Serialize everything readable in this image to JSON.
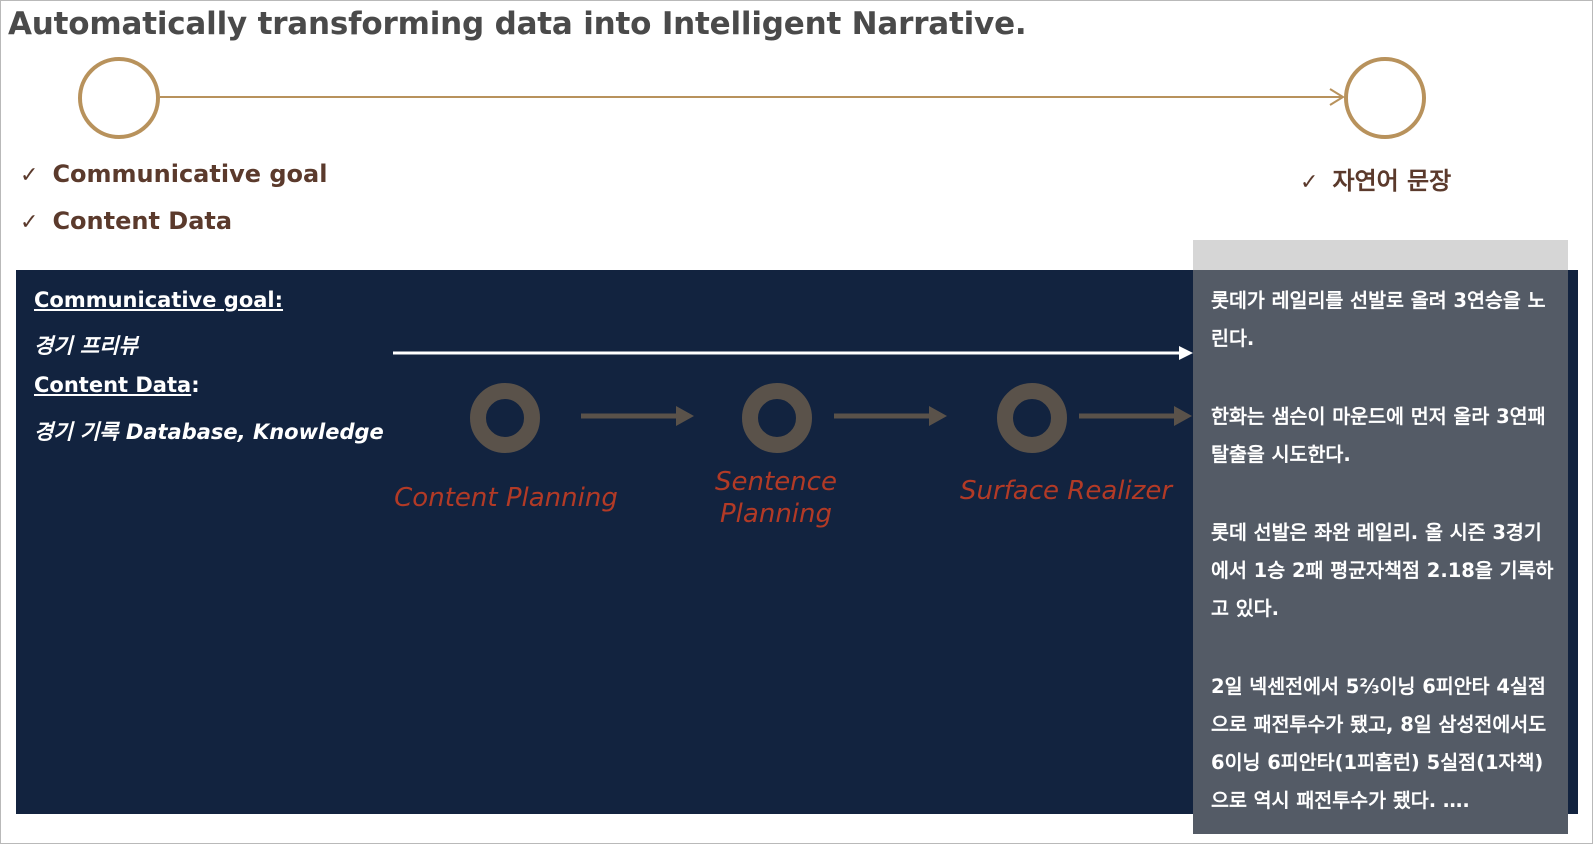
{
  "title": "Automatically transforming data into Intelligent Narrative.",
  "inputs": {
    "check1": "Communicative goal",
    "check2": "Content Data",
    "check_mark": "✓"
  },
  "output": {
    "check": "자연어 문장"
  },
  "panel": {
    "goal_label": "Communicative goal:",
    "goal_value": "경기 프리뷰",
    "data_label": "Content Data",
    "data_colon": ":",
    "data_value": "경기 기록   Database, Knowledge",
    "stages": [
      "Content Planning",
      "Sentence Planning",
      "Surface Realizer"
    ],
    "stage2_line1": "Sentence",
    "stage2_line2": "Planning"
  },
  "result_text": [
    "롯데가 레일리를 선발로 올려 3연승을 노린다.",
    "한화는 샘슨이 마운드에 먼저 올라 3연패 탈출을 시도한다.",
    "롯데 선발은 좌완 레일리. 올 시즌 3경기에서 1승 2패 평균자책점 2.18을 기록하고 있다.",
    "2일 넥센전에서 5⅔이닝 6피안타 4실점으로 패전투수가 됐고, 8일 삼성전에서도 6이닝 6피안타(1피홈런) 5실점(1자책)으로 역시 패전투수가 됐다. …."
  ],
  "icons": {
    "start": "circle-outline",
    "end": "circle-outline",
    "stage": "ring"
  },
  "colors": {
    "accent_gold": "#b8925c",
    "panel_bg": "#12233f",
    "stage_label": "#b23a26",
    "ring": "#5a524a",
    "check_text": "#5b3a2c",
    "result_bg": "#545b66"
  }
}
